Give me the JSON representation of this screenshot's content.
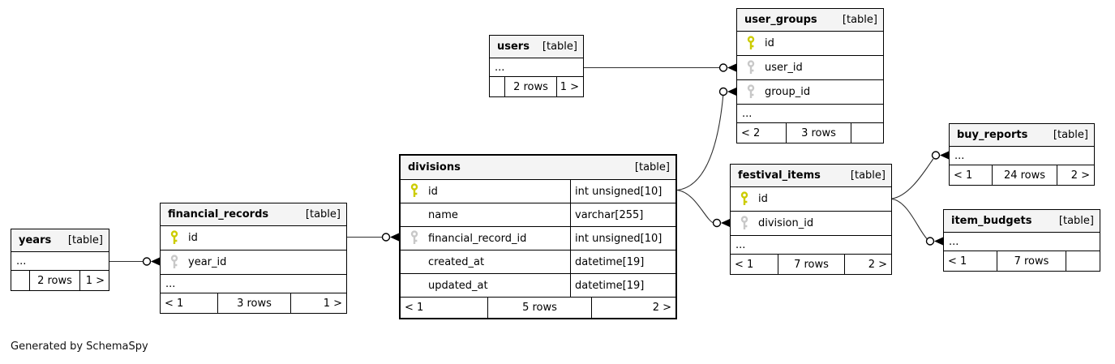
{
  "diagram": {
    "generator_note": "Generated by SchemaSpy",
    "colors": {
      "primary_key_icon": "#cccc00",
      "foreign_key_icon": "#c8c8c8",
      "table_header_bg": "#f4f4f4",
      "relationship_line": "#2f2f2f"
    },
    "tables": [
      {
        "id": "users",
        "name": "users",
        "badge": "[table]",
        "emphasized": false,
        "columns": [
          {
            "name": "...",
            "key": null,
            "type": null,
            "ellipsis": true
          }
        ],
        "footer": {
          "left": "",
          "center": "2 rows",
          "right": "1 >"
        }
      },
      {
        "id": "user_groups",
        "name": "user_groups",
        "badge": "[table]",
        "emphasized": false,
        "columns": [
          {
            "name": "id",
            "key": "primary",
            "type": null,
            "ellipsis": false
          },
          {
            "name": "user_id",
            "key": "foreign",
            "type": null,
            "ellipsis": false
          },
          {
            "name": "group_id",
            "key": "foreign",
            "type": null,
            "ellipsis": false
          },
          {
            "name": "...",
            "key": null,
            "type": null,
            "ellipsis": true
          }
        ],
        "footer": {
          "left": "< 2",
          "center": "3 rows",
          "right": ""
        }
      },
      {
        "id": "buy_reports",
        "name": "buy_reports",
        "badge": "[table]",
        "emphasized": false,
        "columns": [
          {
            "name": "...",
            "key": null,
            "type": null,
            "ellipsis": true
          }
        ],
        "footer": {
          "left": "< 1",
          "center": "24 rows",
          "right": "2 >"
        }
      },
      {
        "id": "item_budgets",
        "name": "item_budgets",
        "badge": "[table]",
        "emphasized": false,
        "columns": [
          {
            "name": "...",
            "key": null,
            "type": null,
            "ellipsis": true
          }
        ],
        "footer": {
          "left": "< 1",
          "center": "7 rows",
          "right": ""
        }
      },
      {
        "id": "festival_items",
        "name": "festival_items",
        "badge": "[table]",
        "emphasized": false,
        "columns": [
          {
            "name": "id",
            "key": "primary",
            "type": null,
            "ellipsis": false
          },
          {
            "name": "division_id",
            "key": "foreign",
            "type": null,
            "ellipsis": false
          },
          {
            "name": "...",
            "key": null,
            "type": null,
            "ellipsis": true
          }
        ],
        "footer": {
          "left": "< 1",
          "center": "7 rows",
          "right": "2 >"
        }
      },
      {
        "id": "divisions",
        "name": "divisions",
        "badge": "[table]",
        "emphasized": true,
        "columns": [
          {
            "name": "id",
            "key": "primary",
            "type": "int unsigned[10]",
            "ellipsis": false
          },
          {
            "name": "name",
            "key": null,
            "type": "varchar[255]",
            "ellipsis": false
          },
          {
            "name": "financial_record_id",
            "key": "foreign",
            "type": "int unsigned[10]",
            "ellipsis": false
          },
          {
            "name": "created_at",
            "key": null,
            "type": "datetime[19]",
            "ellipsis": false
          },
          {
            "name": "updated_at",
            "key": null,
            "type": "datetime[19]",
            "ellipsis": false
          }
        ],
        "footer": {
          "left": "< 1",
          "center": "5 rows",
          "right": "2 >"
        }
      },
      {
        "id": "financial_records",
        "name": "financial_records",
        "badge": "[table]",
        "emphasized": false,
        "columns": [
          {
            "name": "id",
            "key": "primary",
            "type": null,
            "ellipsis": false
          },
          {
            "name": "year_id",
            "key": "foreign",
            "type": null,
            "ellipsis": false
          },
          {
            "name": "...",
            "key": null,
            "type": null,
            "ellipsis": true
          }
        ],
        "footer": {
          "left": "< 1",
          "center": "3 rows",
          "right": "1 >"
        }
      },
      {
        "id": "years",
        "name": "years",
        "badge": "[table]",
        "emphasized": false,
        "columns": [
          {
            "name": "...",
            "key": null,
            "type": null,
            "ellipsis": true
          }
        ],
        "footer": {
          "left": "",
          "center": "2 rows",
          "right": "1 >"
        }
      }
    ],
    "relationships": [
      {
        "from_table": "users",
        "from_column": "",
        "to_table": "user_groups",
        "to_column": "user_id"
      },
      {
        "from_table": "divisions",
        "from_column": "id",
        "to_table": "user_groups",
        "to_column": "group_id"
      },
      {
        "from_table": "divisions",
        "from_column": "id",
        "to_table": "festival_items",
        "to_column": "division_id"
      },
      {
        "from_table": "financial_records",
        "from_column": "id",
        "to_table": "divisions",
        "to_column": "financial_record_id"
      },
      {
        "from_table": "years",
        "from_column": "",
        "to_table": "financial_records",
        "to_column": "year_id"
      },
      {
        "from_table": "festival_items",
        "from_column": "id",
        "to_table": "buy_reports",
        "to_column": ""
      },
      {
        "from_table": "festival_items",
        "from_column": "id",
        "to_table": "item_budgets",
        "to_column": ""
      }
    ]
  }
}
